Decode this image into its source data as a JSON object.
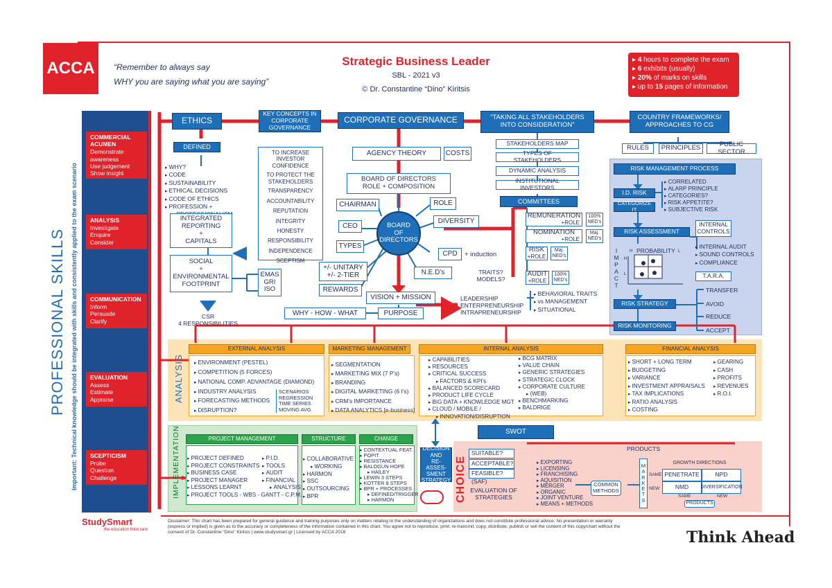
{
  "header": {
    "logo": "ACCA",
    "quote_line1": "“Remember to always say",
    "quote_line2": "WHY you are saying what you are saying”",
    "title": "Strategic Business Leader",
    "subtitle": "SBL - 2021  v3",
    "author": "© Dr. Constantine “Dino” Kiritsis",
    "exam_info": [
      {
        "strong": "4",
        "rest": " hours to complete the exam"
      },
      {
        "strong": "6",
        "rest": " exhibits (usually)"
      },
      {
        "strong": "20%",
        "rest": " of marks on skills"
      },
      {
        "pre": "up to ",
        "strong": "15",
        "rest": " pages of information"
      }
    ]
  },
  "sidebar": {
    "vertical_title": "PROFESSIONAL SKILLS",
    "vertical_note": "Important: Technical knowledge should be integrated with skills and consistently applied to the exam scenario",
    "skills": [
      {
        "title": "COMMERCIAL ACUMEN",
        "items": [
          "Demonstrate awareness",
          "Use judgement",
          "Show insight"
        ]
      },
      {
        "title": "ANALYSIS",
        "items": [
          "Investigate",
          "Enquire",
          "Consider"
        ]
      },
      {
        "title": "COMMUNICATION",
        "items": [
          "Inform",
          "Persuade",
          "Clarify"
        ]
      },
      {
        "title": "EVALUATION",
        "items": [
          "Assess",
          "Estimate",
          "Appraise"
        ]
      },
      {
        "title": "SCEPTICISM",
        "items": [
          "Probe",
          "Question",
          "Challenge"
        ]
      }
    ]
  },
  "ethics": {
    "title": "ETHICS",
    "defined": "DEFINED",
    "items": [
      "WHY?",
      "CODE",
      "SUSTAINABILITY",
      "ETHICAL DECISIONS",
      "CODE OF ETHICS",
      "PROFESSION +",
      "PROFESSIONALISM"
    ],
    "integrated": [
      "INTEGRATED",
      "REPORTING",
      "+",
      "CAPITALS"
    ],
    "social": [
      "SOCIAL",
      "+",
      "ENVIRONMENTAL",
      "FOOTPRINT"
    ],
    "emas": [
      "EMAS",
      "GRI",
      "ISO"
    ],
    "csr": [
      "CSR",
      "4 RESPONSIBILITIES"
    ]
  },
  "key_concepts": {
    "title": "KEY CONCEPTS IN CORPORATE GOVERNANCE",
    "items": [
      "TO INCREASE INVESTOR CONFIDENCE",
      "TO PROTECT THE STAKEHOLDERS",
      "TRANSPARENCY",
      "ACCOUNTABILITY",
      "REPUTATION",
      "INTEGRITY",
      "HONESTY",
      "RESPONSIBILITY",
      "INDEPENDENCE",
      "SCEPTISM"
    ]
  },
  "cg": {
    "title": "CORPORATE GOVERNANCE",
    "agency": "AGENCY THEORY",
    "costs": "COSTS",
    "bod_comp": [
      "BOARD OF DIRECTORS",
      "ROLE + COMPOSITION"
    ],
    "board": [
      "BOARD",
      "OF",
      "DIRECTORS"
    ],
    "chairman": "CHAIRMAN",
    "ceo": "CEO",
    "types": "TYPES",
    "role": "ROLE",
    "diversity": "DIVERSITY",
    "cpd": "CPD",
    "induction": "+ induction",
    "ned": "N.E.D’s",
    "unitary": [
      "+/- UNITARY",
      "+/- 2-TIER"
    ],
    "rewards": "REWARDS",
    "vision": "VISION + MISSION",
    "why": "WHY - HOW - WHAT",
    "purpose": "PURPOSE",
    "leadership": [
      "LEADERSHIP",
      "ENTERPRENEURSHIP",
      "INTRAPRENEURSHIP"
    ],
    "traits": [
      "TRAITS?",
      "MODELS?"
    ],
    "behavioural": [
      "BEHAVIORAL TRAITS",
      "vs MANAGEMENT",
      "SITUATIONAL"
    ]
  },
  "stakeholders": {
    "title": "“TAKING ALL STAKEHOLDERS INTO CONSIDERATION”",
    "items": [
      "STAKEHOLDERS MAP",
      "TYPES OF STAKEHOLDERS",
      "DYNAMIC ANALYSIS",
      "INSTITUTIONAL INVESTORS"
    ],
    "committees": "COMMITTEES",
    "remuneration": "REMUNERATION",
    "nomination": "NOMINATION",
    "risk": "RISK",
    "audit": "AUDIT",
    "plus_role": "+ROLE",
    "ned100": [
      "100%",
      "NED’s"
    ],
    "majned": [
      "Maj.",
      "NED’s"
    ]
  },
  "country": {
    "title": "COUNTRY FRAMEWORKS/ APPROACHES TO CG",
    "rules": "RULES",
    "principles": "PRINCIPLES",
    "public": "PUBLIC SECTOR"
  },
  "risk": {
    "process": "RISK MANAGEMENT PROCESS",
    "id": "I.D. RISK",
    "categorize": "CATEGORIZE IT",
    "id_items": [
      "CORRELATED",
      "ALARP PRINCIPLE",
      "CATEGORIES?",
      "RISK APPETITE?",
      "SUBJECTIVE RISK"
    ],
    "assessment": "RISK ASSESSMENT",
    "internal": [
      "INTERNAL",
      "CONTROLS"
    ],
    "internal_items": [
      "INTERNAL AUDIT",
      "SOUND CONTROLS",
      "COMPLIANCE"
    ],
    "probability": "PROBABILITY",
    "impact": [
      "I",
      "M",
      "P",
      "A",
      "C",
      "T"
    ],
    "hl": {
      "h": "H",
      "l": "L"
    },
    "tara": "T.A.R.A.",
    "tara_items": [
      "TRANSFER",
      "AVOID",
      "REDUCE",
      "ACCEPT"
    ],
    "strategy": "RISK STRATEGY",
    "monitoring": "RISK MONITORING"
  },
  "analysis": {
    "label": "ANALYSIS",
    "external": {
      "title": "EXTERNAL ANALYSIS",
      "items": [
        "ENVIRONMENT (PESTEL)",
        "COMPETITION (5 FORCES)",
        "NATIONAL COMP. ADVANTAGE (DIAMOND)",
        "INDUSTRY ANALYSIS",
        "FORECASTING METHODS",
        "DISRUPTION?"
      ],
      "forecast": [
        "SCENARIOS",
        "REGRESSION",
        "TIME SERIES",
        "MOVING AVG."
      ]
    },
    "marketing": {
      "title": "MARKETING MANAGEMENT",
      "items": [
        "SEGMENTATION",
        "MARKETING MIX (7 P’s)",
        "BRANDING",
        "DIGITAL MARKETING (6 I’s)",
        "CRM’s IMPORTANCE",
        "DATA ANALYTICS [e-business]"
      ]
    },
    "internal": {
      "title": "INTERNAL ANALYSIS",
      "col1": [
        "CAPABILITIES",
        "RESOURCES",
        "CRITICAL SUCCESS",
        "FACTORS & KPI’s",
        "BALANCED SCORECARD",
        "PRODUCT LIFE CYCLE",
        "BIG DATA + KNOWLEDGE MGT",
        "CLOUD / MOBILE /",
        "INNOVATION/DISRUPTION"
      ],
      "col2": [
        "BCG MATRIX",
        "VALUE CHAIN",
        "GENERIC STRATEGIES",
        "STRATEGIC CLOCK",
        "CORPORATE CULTURE",
        "(WEB)",
        "BENCHMARKING",
        "BALDRIGE"
      ]
    },
    "financial": {
      "title": "FINANCIAL ANALYSIS",
      "col1": [
        "SHORT + LONG TERM",
        "BUDGETING",
        "VARIANCE",
        "INVESTMENT APPRAISALS",
        "TAX IMPLICATIONS",
        "RATIO ANALYSIS",
        "COSTING"
      ],
      "col2": [
        "GEARING",
        "CASH",
        "PROFITS",
        "REVENUES",
        "R.O.I."
      ]
    }
  },
  "implementation": {
    "label": "IMPLEMENTATION",
    "project": {
      "title": "PROJECT MANAGEMENT",
      "col1": [
        "PROJECT DEFINED",
        "PROJECT CONSTRAINTS",
        "BUSINESS CASE",
        "PROJECT MANAGER",
        "LESSONS LEARNT",
        "PROJECT TOOLS - WBS - GANTT - C.P.M."
      ],
      "col2": [
        "P.I.D.",
        "TOOLS",
        "AUDIT",
        "FINANCIAL",
        "ANALYSIS"
      ]
    },
    "structure": {
      "title": "STRUCTURE",
      "items": [
        "COLLABORATIVE",
        "WORKING",
        "HARMON",
        "SSC",
        "OUTSOURCING",
        "BPR"
      ]
    },
    "change": {
      "title": "CHANGE",
      "items": [
        "CONTEXTUAL FEAT.",
        "POPIT",
        "RESISTANCE",
        "BALOGUN HOPE",
        "HAILEY",
        "LEWIN 3 STEPS",
        "KOTTER 8 STEPS",
        "BPR + PROCESSES",
        "DEFINED/TRIGGER",
        "HARMON"
      ]
    }
  },
  "decision": [
    "DECISION",
    "AND",
    "RE-ASSES-",
    "SMENT",
    "STRATEGY"
  ],
  "choice": {
    "label": "CHOICE",
    "swot": "SWOT",
    "saf": [
      "SUITABLE?",
      "ACCEPTABLE?",
      "FEASIBLE?",
      "(SAF)",
      "EVALUATION OF",
      "STRATEGIES"
    ],
    "products": "PRODUCTS",
    "methods": [
      "EXPORTING",
      "LICENSING",
      "FRANCHISING",
      "AQUISITION",
      "MERGER",
      "ORGANIC",
      "JOINT VENTURE",
      "MEANS + METHODS"
    ],
    "common": [
      "COMMON",
      "METHODS"
    ],
    "markets": [
      "M",
      "A",
      "R",
      "K",
      "E",
      "T",
      "S"
    ],
    "growth": "GROWTH DIRECTIONS",
    "same": "SAME",
    "new": "NEW",
    "penetrate": "PENETRATE",
    "npd": "NPD",
    "nmd": "NMD",
    "diversification": "DIVERSIFICATION",
    "products_bottom": "PRODUCTS"
  },
  "footer": {
    "brand": "StudySmart",
    "tagline": "the education think tank",
    "disclaimer": "Disclaimer: This chart has been prepared for general guidance and training purposes only on matters relating to the understanding of organizations and does not constitute professional advice. No presentation or warranty (express or implied) is given as to the accuracy or completeness of the information contained in this chart. You agree not to reproduce, print, re-transmit, copy, distribute, publish or sell the content of this copy/chart without the consent of Dr. Constantine “Dino” Kiritsis | www.studysmart.gr | Licensed by ACCA 2018",
    "think": "Think Ahead"
  },
  "colors": {
    "red": "#e0222a",
    "blue": "#1f6fb8",
    "navy": "#1f2d5c",
    "orange": "#f6a623",
    "green": "#2aa44a"
  }
}
